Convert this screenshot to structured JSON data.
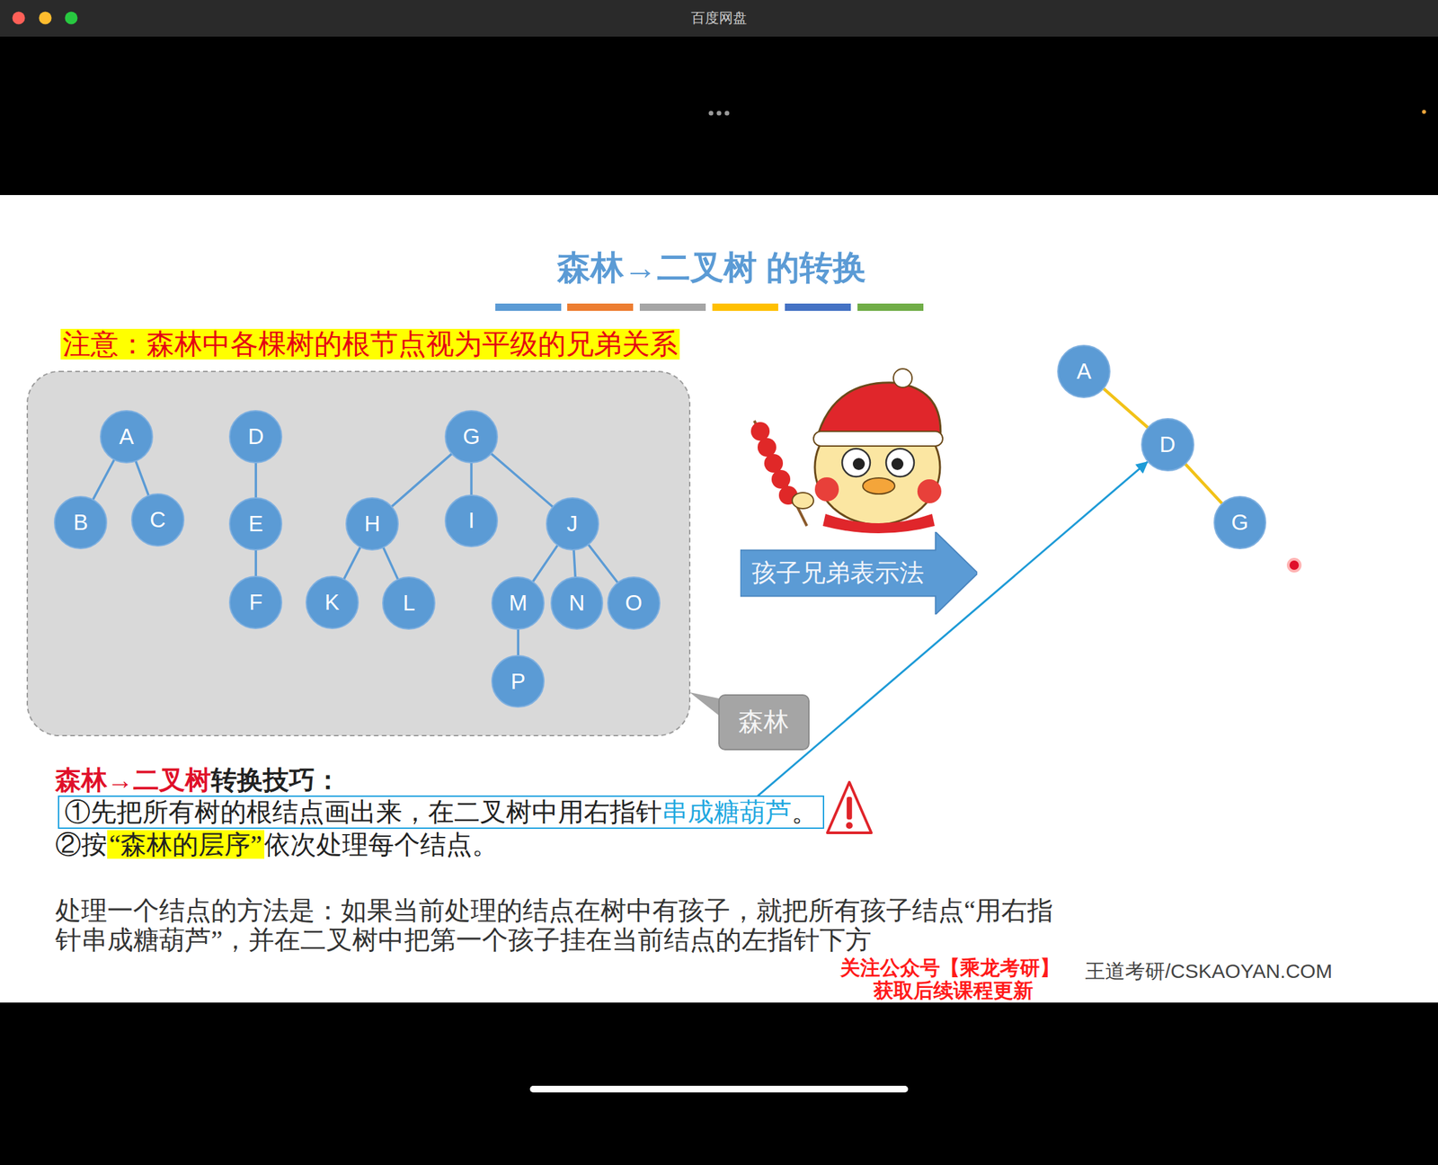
{
  "diagram": {
    "title": "森林→二叉树 的转换",
    "nodes": [
      {
        "text": [
          "A"
        ]
      },
      {
        "text": [
          "B"
        ]
      },
      {
        "text": [
          "C"
        ]
      },
      {
        "text": [
          "D"
        ]
      },
      {
        "text": [
          "E"
        ]
      },
      {
        "text": [
          "F"
        ]
      },
      {
        "text": [
          "G"
        ]
      },
      {
        "text": [
          "H"
        ]
      },
      {
        "text": [
          "I"
        ]
      },
      {
        "text": [
          "J"
        ]
      },
      {
        "text": [
          "K"
        ]
      },
      {
        "text": [
          "L"
        ]
      },
      {
        "text": [
          "M"
        ]
      },
      {
        "text": [
          "N"
        ]
      },
      {
        "text": [
          "O"
        ]
      },
      {
        "text": [
          "P"
        ]
      },
      {
        "text": [
          "森林"
        ]
      },
      {
        "text": [
          "孩子兄弟表示法"
        ]
      },
      {
        "text": [
          "A"
        ]
      },
      {
        "text": [
          "D"
        ]
      },
      {
        "text": [
          "G"
        ]
      },
      {
        "text": [
          "①先把所有树的根结点画出来，在二叉树中用右指针",
          "串成糖葫芦",
          "。"
        ]
      }
    ],
    "edges": [
      {
        "from": 0,
        "to": 1,
        "arrow": "none"
      },
      {
        "from": 0,
        "to": 2,
        "arrow": "none"
      },
      {
        "from": 3,
        "to": 4,
        "arrow": "none"
      },
      {
        "from": 4,
        "to": 5,
        "arrow": "none"
      },
      {
        "from": 6,
        "to": 7,
        "arrow": "none"
      },
      {
        "from": 6,
        "to": 8,
        "arrow": "none"
      },
      {
        "from": 6,
        "to": 9,
        "arrow": "none"
      },
      {
        "from": 7,
        "to": 10,
        "arrow": "none"
      },
      {
        "from": 7,
        "to": 11,
        "arrow": "none"
      },
      {
        "from": 9,
        "to": 12,
        "arrow": "none"
      },
      {
        "from": 9,
        "to": 13,
        "arrow": "none"
      },
      {
        "from": 9,
        "to": 14,
        "arrow": "none"
      },
      {
        "from": 12,
        "to": 15,
        "arrow": "none"
      },
      {
        "from": 18,
        "to": 19,
        "arrow": "none"
      },
      {
        "from": 19,
        "to": 20,
        "arrow": "none"
      },
      {
        "from": 21,
        "to": 19,
        "arrow": "to"
      }
    ],
    "labels": [
      "百度网盘",
      "注意：森林中各棵树的根节点视为平级的兄弟关系",
      "森林→二叉树",
      "转换技巧：",
      "②按",
      "“森林的层序”",
      "依次处理每个结点。",
      "处理一个结点的方法是：如果当前处理的结点在树中有孩子，就把所有孩子结点“用右指针串成糖葫芦”，并在二叉树中把第一个孩子挂在当前结点的左指针下方",
      "关注公众号【乘龙考研】",
      "获取后续课程更新",
      "王道考研/CSKAOYAN.COM"
    ]
  }
}
